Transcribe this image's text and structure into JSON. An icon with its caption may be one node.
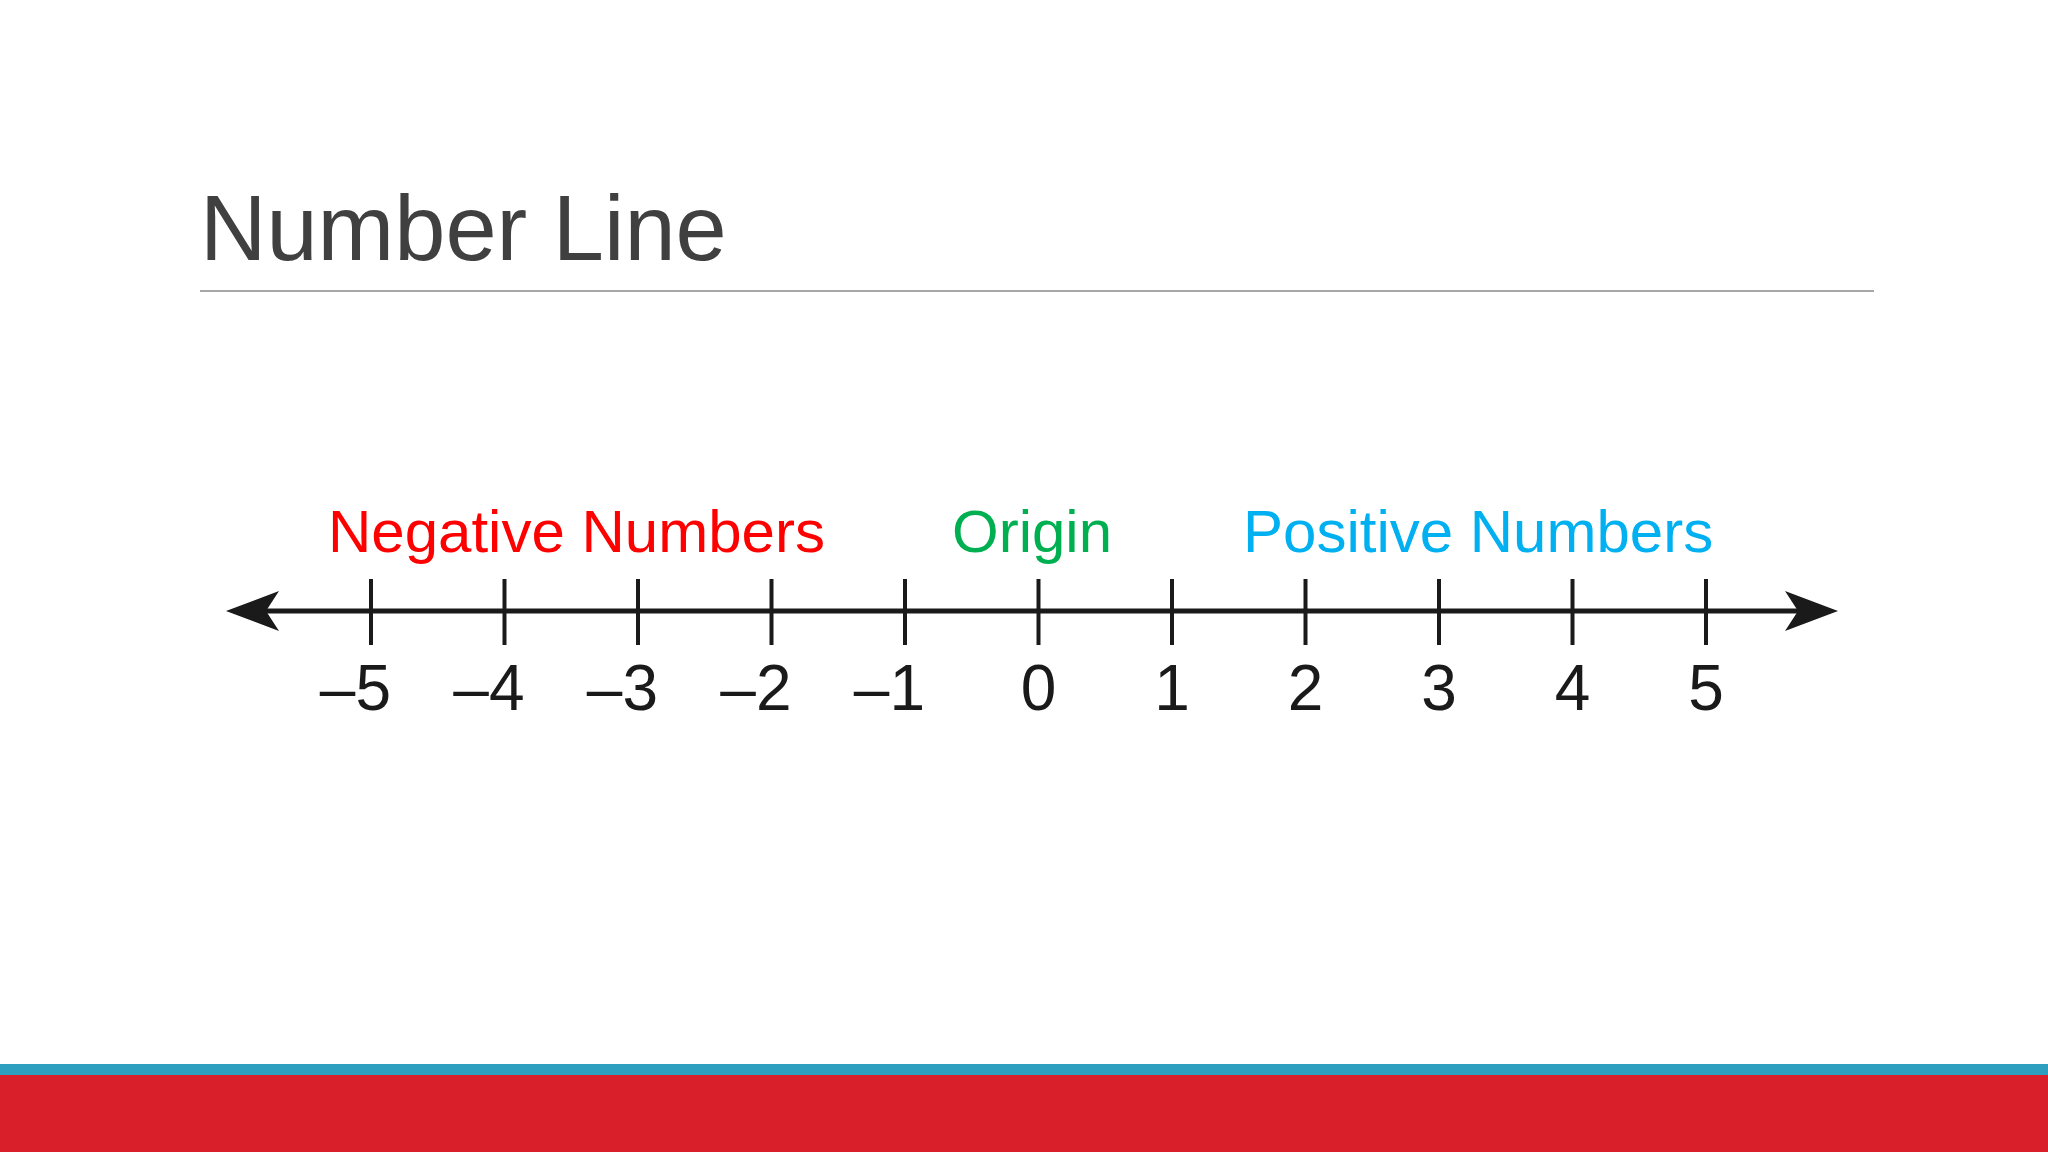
{
  "diagram": {
    "title": "Number Line",
    "labels": [
      "Negative Numbers",
      "Origin",
      "Positive Numbers",
      "–5",
      "–4",
      "–3",
      "–2",
      "–1",
      "0",
      "1",
      "2",
      "3",
      "4",
      "5"
    ]
  }
}
